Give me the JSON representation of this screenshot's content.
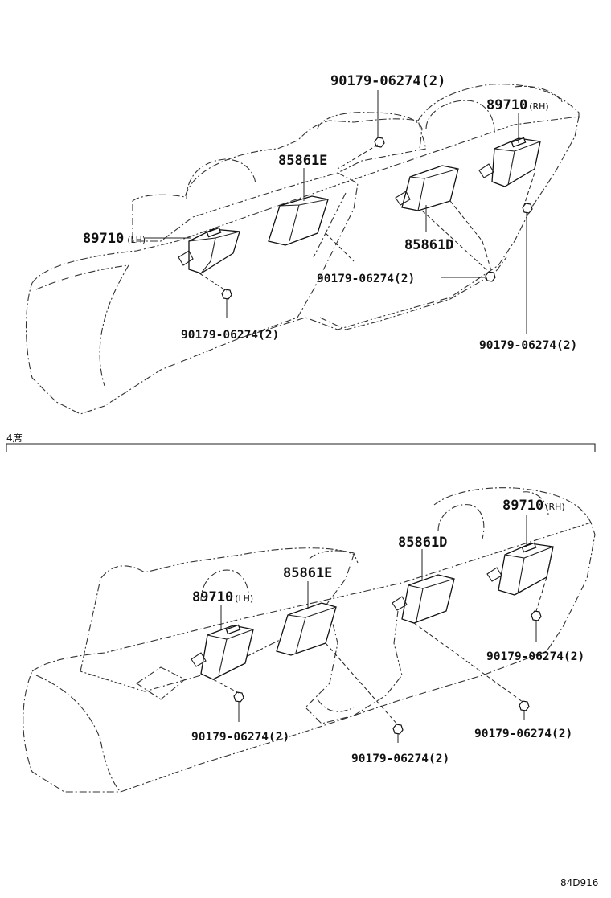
{
  "section_label": "4席",
  "figure_id": "84D916",
  "top_view": {
    "labels": {
      "sensor_rh": {
        "part": "89710",
        "qualifier": "(RH)"
      },
      "sensor_lh": {
        "part": "89710",
        "qualifier": "(LH)"
      },
      "module_e": {
        "part": "85861E"
      },
      "module_d": {
        "part": "85861D"
      },
      "nut_top": {
        "part": "90179-06274",
        "qty": "(2)"
      },
      "nut_middle": {
        "part": "90179-06274",
        "qty": "(2)"
      },
      "nut_left": {
        "part": "90179-06274",
        "qty": "(2)"
      },
      "nut_right": {
        "part": "90179-06274",
        "qty": "(2)"
      }
    }
  },
  "bottom_view": {
    "labels": {
      "sensor_rh": {
        "part": "89710",
        "qualifier": "(RH)"
      },
      "sensor_lh": {
        "part": "89710",
        "qualifier": "(LH)"
      },
      "module_e": {
        "part": "85861E"
      },
      "module_d": {
        "part": "85861D"
      },
      "nut_left": {
        "part": "90179-06274",
        "qty": "(2)"
      },
      "nut_center": {
        "part": "90179-06274",
        "qty": "(2)"
      },
      "nut_right_upper": {
        "part": "90179-06274",
        "qty": "(2)"
      },
      "nut_right_lower": {
        "part": "90179-06274",
        "qty": "(2)"
      }
    }
  }
}
